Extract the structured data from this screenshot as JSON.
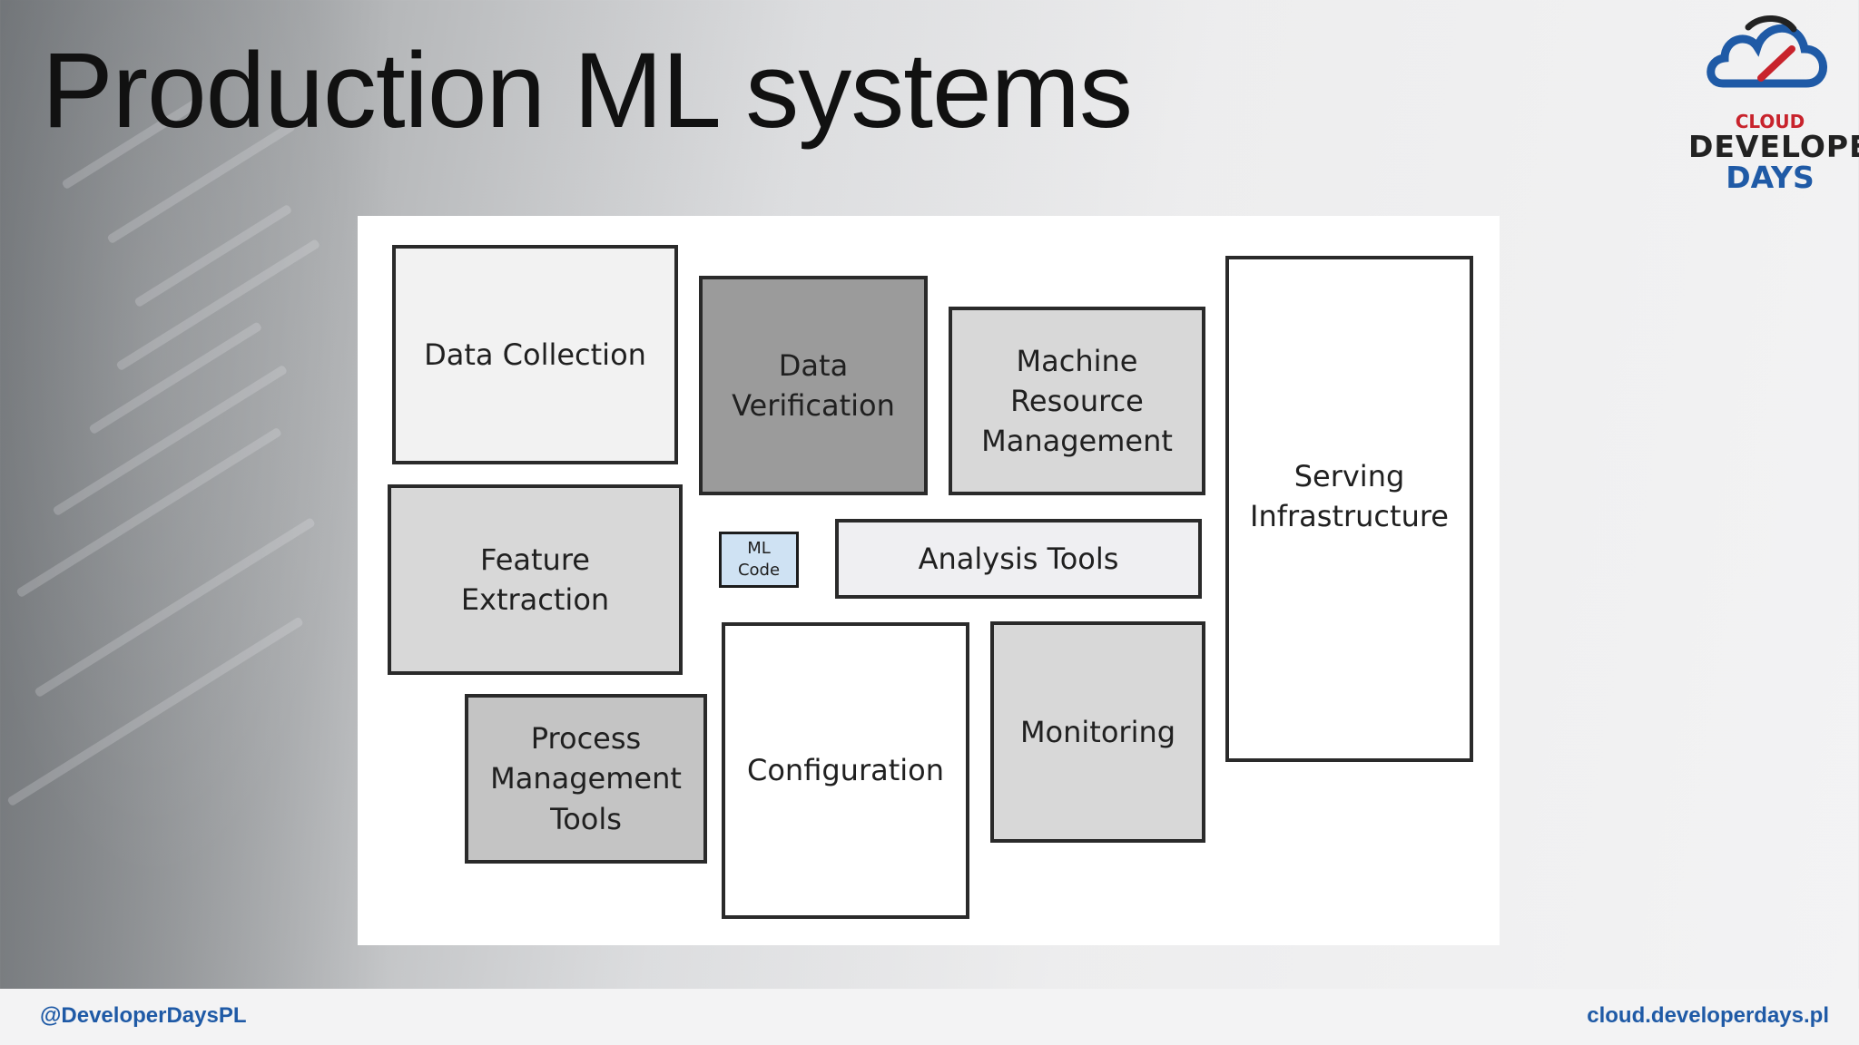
{
  "slide": {
    "title": "Production ML systems",
    "logo": {
      "line1": "CLOUD",
      "line2": "DEVELOPER",
      "line3": "DAYS",
      "colors": {
        "cloud_red": "#c8232c",
        "brand_blue": "#1f5aa6",
        "dark": "#222222"
      }
    },
    "footer": {
      "left": "@DeveloperDaysPL",
      "right": "cloud.developerdays.pl"
    }
  },
  "diagram": {
    "boxes": [
      {
        "id": "data-collection",
        "label": "Data Collection",
        "fill": "#f2f2f2"
      },
      {
        "id": "data-verification",
        "label": "Data\nVerification",
        "fill": "#9b9b9b"
      },
      {
        "id": "machine-resource-management",
        "label": "Machine\nResource\nManagement",
        "fill": "#d8d8d8"
      },
      {
        "id": "serving-infrastructure",
        "label": "Serving\nInfrastructure",
        "fill": "#ffffff"
      },
      {
        "id": "feature-extraction",
        "label": "Feature\nExtraction",
        "fill": "#d8d8d8"
      },
      {
        "id": "ml-code",
        "label": "ML\nCode",
        "fill": "#cfe2f3"
      },
      {
        "id": "analysis-tools",
        "label": "Analysis Tools",
        "fill": "#efeff2"
      },
      {
        "id": "process-management-tools",
        "label": "Process\nManagement\nTools",
        "fill": "#c4c4c4"
      },
      {
        "id": "configuration",
        "label": "Configuration",
        "fill": "#ffffff"
      },
      {
        "id": "monitoring",
        "label": "Monitoring",
        "fill": "#d8d8d8"
      }
    ]
  }
}
